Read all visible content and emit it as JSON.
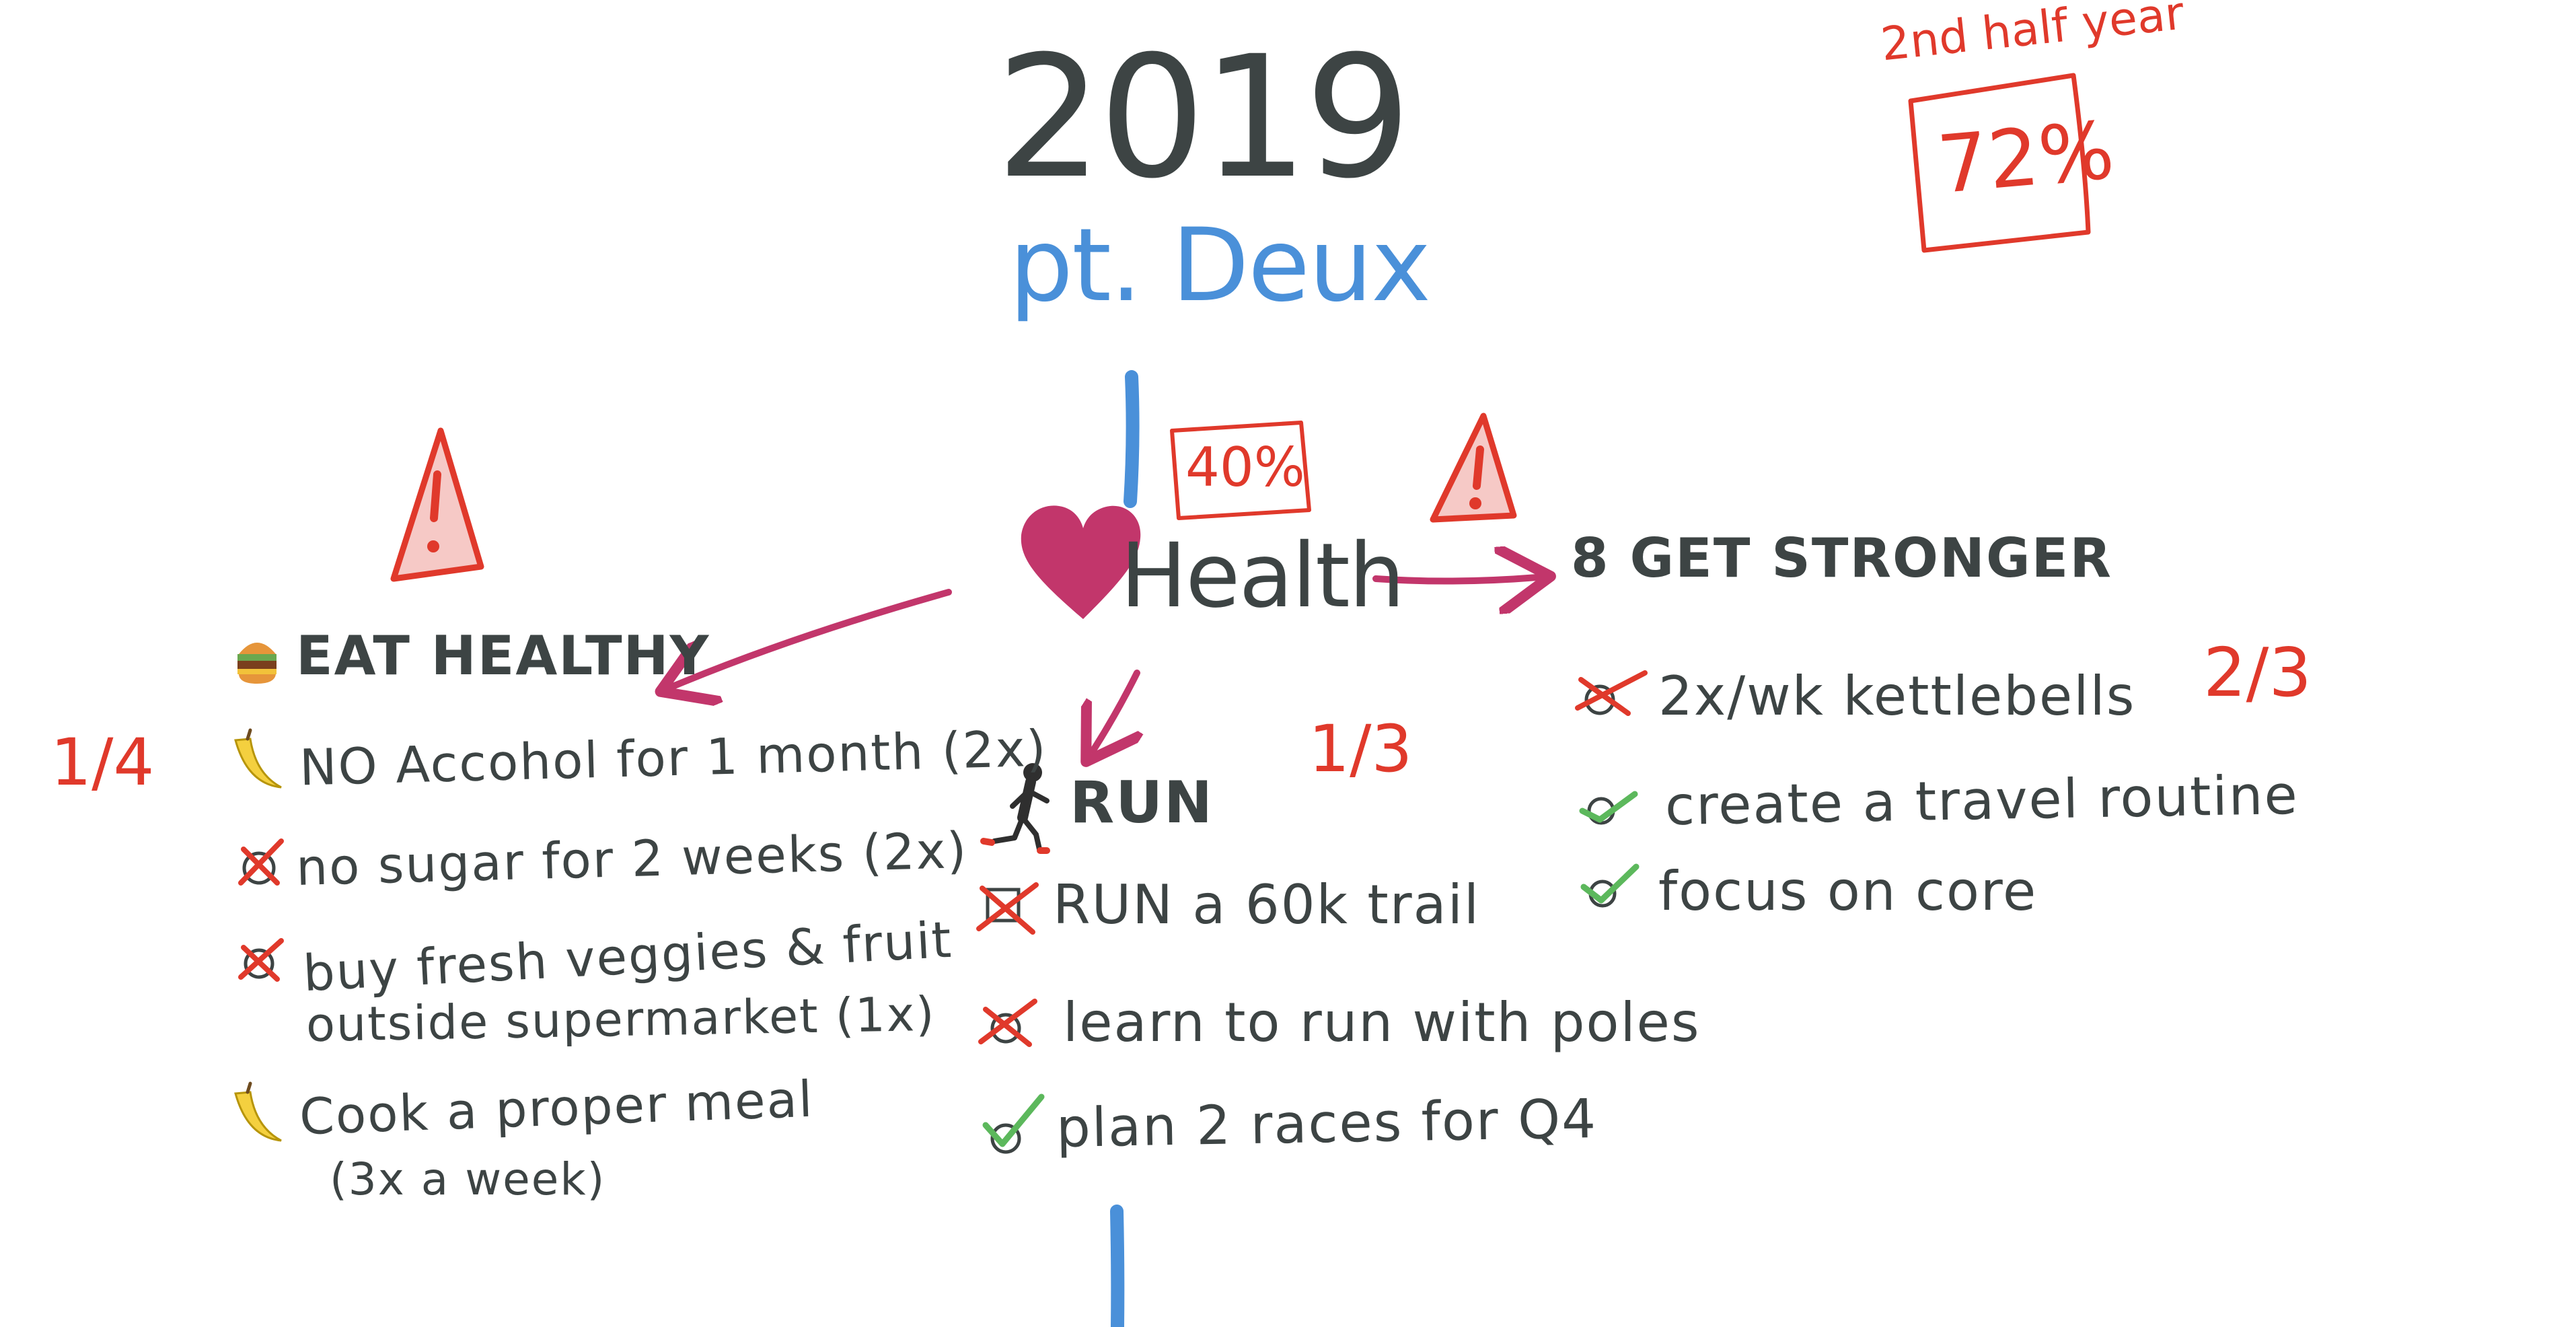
{
  "title": {
    "year": "2019",
    "subtitle": "pt. Deux"
  },
  "overall": {
    "label": "2nd half year",
    "value": "72%",
    "value_percent": 72
  },
  "central": {
    "icon": "heart-icon",
    "label": "Health",
    "score": "40%",
    "score_percent": 40
  },
  "colors": {
    "ink": "#3d4444",
    "red": "#e0392b",
    "blue": "#4a90d9",
    "magenta": "#c2366b",
    "green": "#5cb85c"
  },
  "branches": {
    "eat": {
      "icon": "hamburger-icon",
      "warning_icon": "warning-icon",
      "title": "EAT HEALTHY",
      "score": "1/4",
      "items": [
        {
          "status": "partial",
          "status_icon": "banana-icon",
          "text": "NO Accohol for 1 month (2x)"
        },
        {
          "status": "failed",
          "status_icon": "cross-mark-icon",
          "text": "no sugar for 2 weeks (2x)"
        },
        {
          "status": "failed",
          "status_icon": "cross-mark-icon",
          "text": "buy fresh veggies & fruit",
          "text2": "outside supermarket (1x)"
        },
        {
          "status": "partial",
          "status_icon": "banana-icon",
          "text": "Cook a proper meal",
          "text2": "(3x a week)"
        }
      ]
    },
    "run": {
      "icon": "runner-icon",
      "title": "RUN",
      "score": "1/3",
      "items": [
        {
          "status": "failed",
          "status_icon": "cross-mark-icon",
          "text": "RUN a 60k trail"
        },
        {
          "status": "failed",
          "status_icon": "cross-mark-icon",
          "text": "learn to run with poles"
        },
        {
          "status": "done",
          "status_icon": "check-mark-icon",
          "text": "plan 2 races for Q4"
        }
      ]
    },
    "strong": {
      "icon": "number-8-icon",
      "warning_icon": "warning-icon",
      "title": "8 GET STRONGER",
      "score": "2/3",
      "items": [
        {
          "status": "failed",
          "status_icon": "cross-mark-icon",
          "text": "2x/wk kettlebells"
        },
        {
          "status": "done",
          "status_icon": "check-mark-icon",
          "text": "create a travel routine"
        },
        {
          "status": "done",
          "status_icon": "check-mark-icon",
          "text": "focus on core"
        }
      ]
    }
  }
}
